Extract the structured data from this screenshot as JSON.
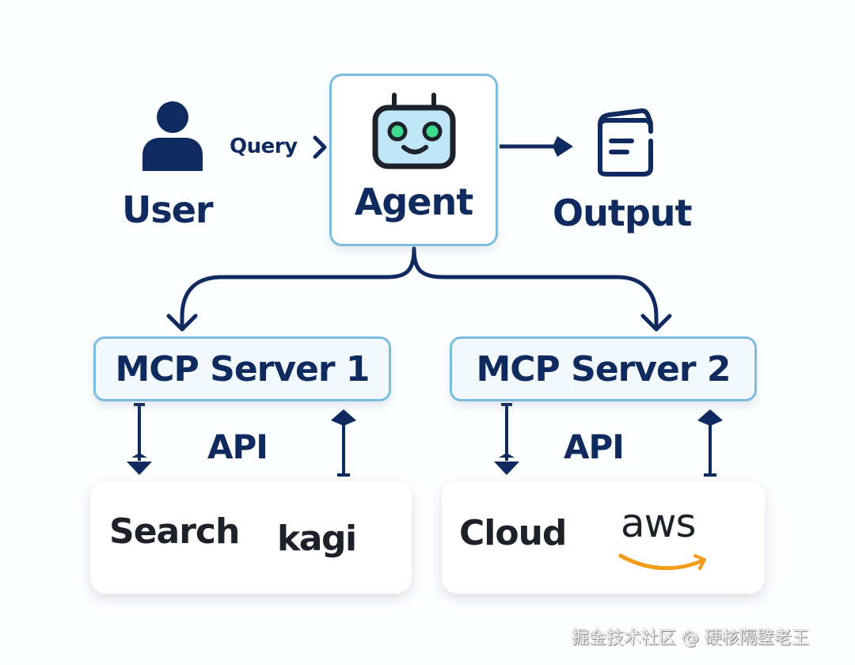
{
  "diagram": {
    "user": {
      "label": "User",
      "icon": "person-icon"
    },
    "query": {
      "label": "Query"
    },
    "agent": {
      "label": "Agent",
      "icon": "robot-icon"
    },
    "output": {
      "label": "Output",
      "icon": "document-icon"
    },
    "servers": [
      {
        "label": "MCP Server 1",
        "api_label": "API",
        "service": {
          "label": "Search",
          "brand": "kagi"
        }
      },
      {
        "label": "MCP Server 2",
        "api_label": "API",
        "service": {
          "label": "Cloud",
          "brand": "aws"
        }
      }
    ],
    "colors": {
      "navy": "#0f2a5e",
      "box_border": "#7bbde0",
      "robot_face": "#bfe6f7",
      "robot_eyes": "#3ddc8f",
      "aws_smile": "#f39c19"
    }
  },
  "watermark": "掘金技术社区 @ 硬核隔壁老王"
}
